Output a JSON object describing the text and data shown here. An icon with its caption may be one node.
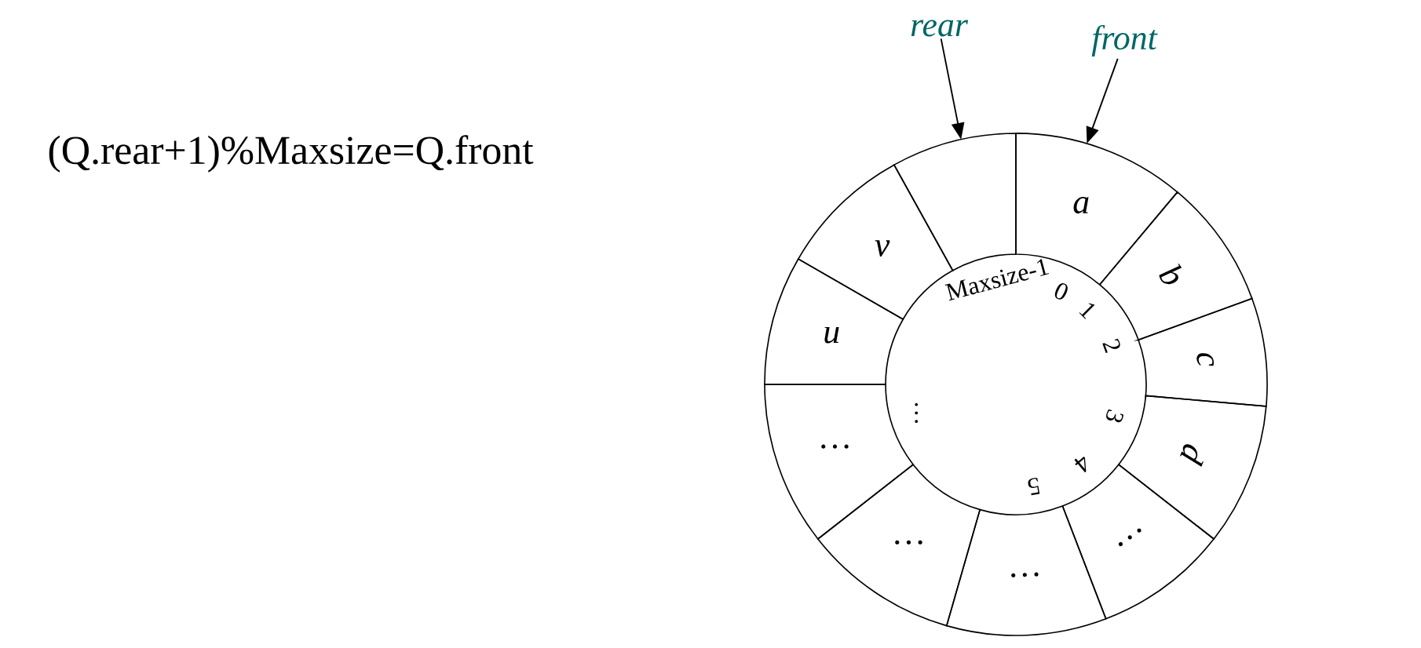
{
  "diagram": {
    "nodes": [
      {
        "text": [
          "rear"
        ]
      },
      {
        "text": [
          "front"
        ]
      },
      {
        "text": [],
        "shape": "box"
      },
      {
        "text": [
          "a"
        ]
      },
      {
        "text": [
          "b"
        ]
      },
      {
        "text": [
          "c"
        ]
      },
      {
        "text": [
          "d"
        ]
      },
      {
        "text": [
          "…"
        ]
      },
      {
        "text": [
          "…"
        ]
      },
      {
        "text": [
          "…"
        ]
      },
      {
        "text": [
          "…"
        ]
      },
      {
        "text": [
          "u"
        ]
      },
      {
        "text": [
          "v"
        ]
      }
    ],
    "edges": [
      {
        "from": 0,
        "to": 2,
        "arrow": "to"
      },
      {
        "from": 1,
        "to": 3,
        "arrow": "to"
      }
    ],
    "labels": [
      "(Q.rear+1)%Maxsize=Q.front",
      "Maxsize-1",
      "0",
      "1",
      "2",
      "3",
      "4",
      "5",
      "…"
    ]
  }
}
